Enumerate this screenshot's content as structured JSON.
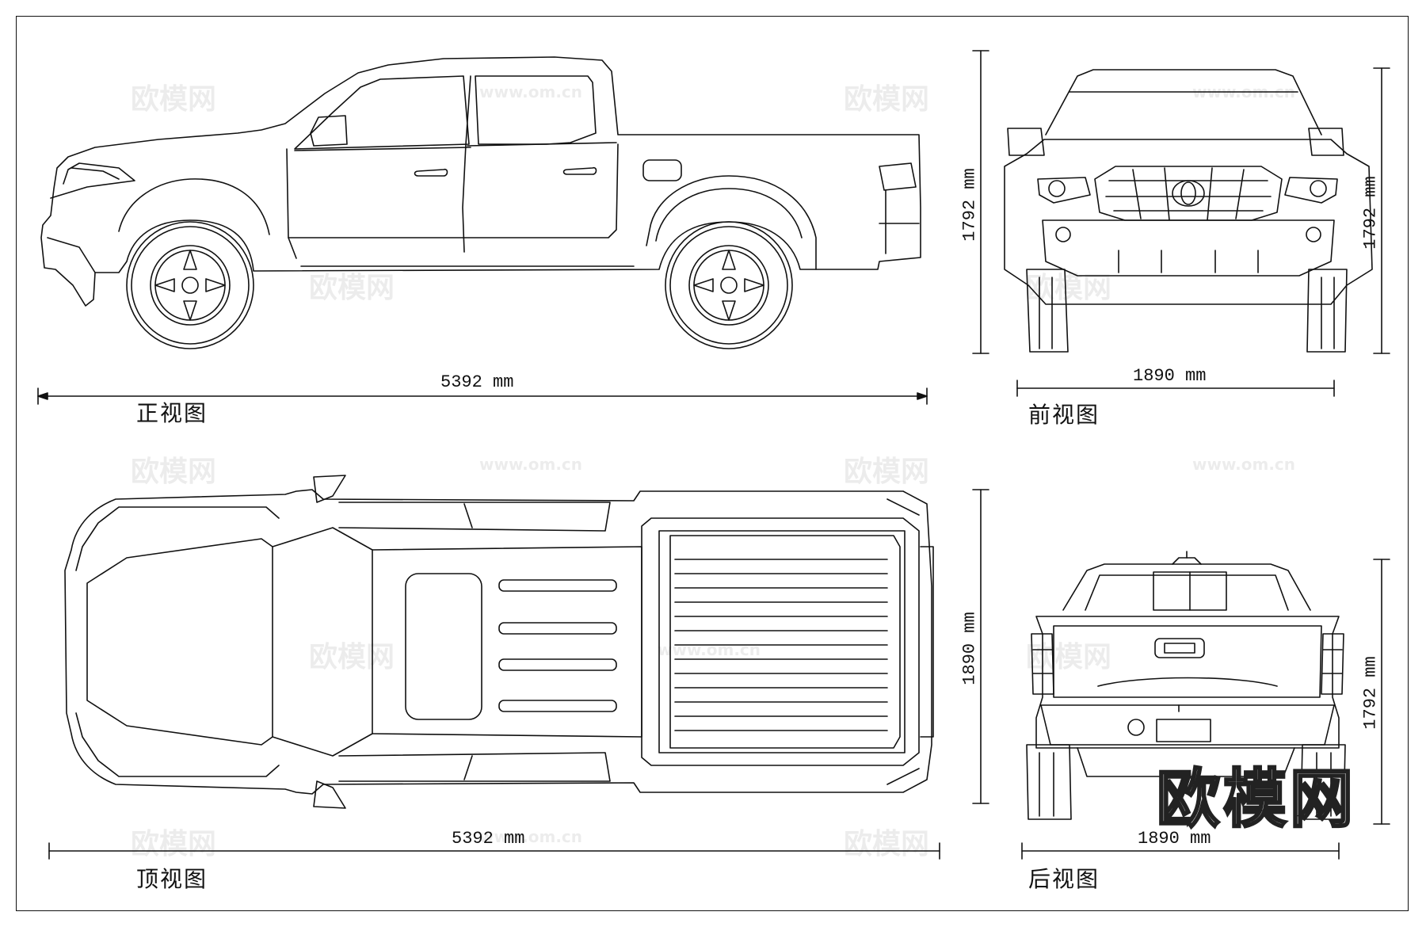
{
  "views": {
    "side": {
      "label": "正视图",
      "length": "5392 mm"
    },
    "front": {
      "label": "前视图",
      "height_left": "1792 mm",
      "height_right": "1792 mm",
      "width": "1890 mm"
    },
    "top": {
      "label": "顶视图",
      "length": "5392 mm",
      "width": "1890 mm"
    },
    "rear": {
      "label": "后视图",
      "height": "1792 mm",
      "width": "1890 mm"
    }
  },
  "watermark": {
    "brand": "欧模网",
    "url": "www.om.cn"
  }
}
